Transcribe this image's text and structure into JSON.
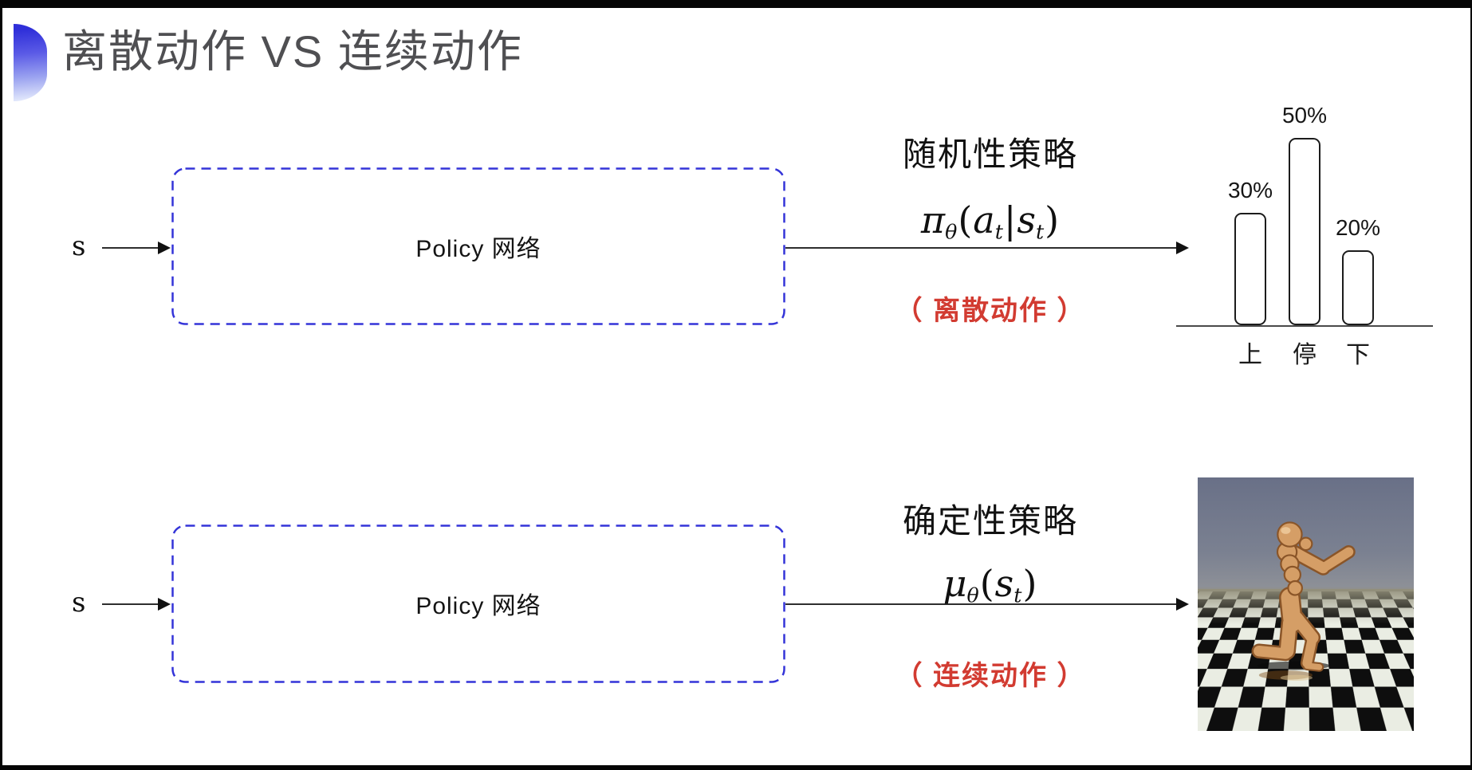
{
  "title": {
    "text": "离散动作 VS 连续动作"
  },
  "colors": {
    "accent_blue": "#2f2fd9",
    "dashed_box_blue": "#3434d8",
    "annotation_red": "#d23b31",
    "title_gray": "#4f4f52"
  },
  "top_flow": {
    "input_label": "s",
    "box_label": "Policy 网络",
    "policy_name": "随机性策略",
    "formula": {
      "sym": "π",
      "sym_sub": "θ",
      "open": "(",
      "arg1": "a",
      "arg1_sub": "t",
      "bar": "|",
      "arg2": "s",
      "arg2_sub": "t",
      "close": ")"
    },
    "annotation": "（ 离散动作 ）"
  },
  "bottom_flow": {
    "input_label": "s",
    "box_label": "Policy 网络",
    "policy_name": "确定性策略",
    "formula": {
      "sym": "μ",
      "sym_sub": "θ",
      "open": "(",
      "arg1": "s",
      "arg1_sub": "t",
      "close": ")"
    },
    "annotation": "（ 连续动作 ）"
  },
  "chart_data": {
    "type": "bar",
    "categories": [
      "上",
      "停",
      "下"
    ],
    "values": [
      30,
      50,
      20
    ],
    "value_labels": [
      "30%",
      "50%",
      "20%"
    ],
    "title": "",
    "xlabel": "",
    "ylabel": "",
    "ylim": [
      0,
      60
    ],
    "grid": false,
    "legend": false,
    "bar_style": "outlined-white-rounded"
  },
  "simulation": {
    "name": "humanoid-checkerboard-render"
  }
}
